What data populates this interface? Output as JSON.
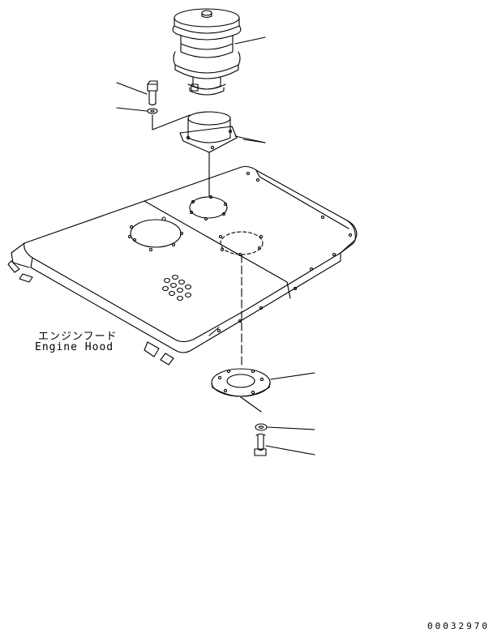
{
  "labels": {
    "hood_jp": "エンジンフード",
    "hood_en": "Engine Hood"
  },
  "drawing_number": "00032970",
  "colors": {
    "line": "#000000",
    "background": "#ffffff"
  }
}
